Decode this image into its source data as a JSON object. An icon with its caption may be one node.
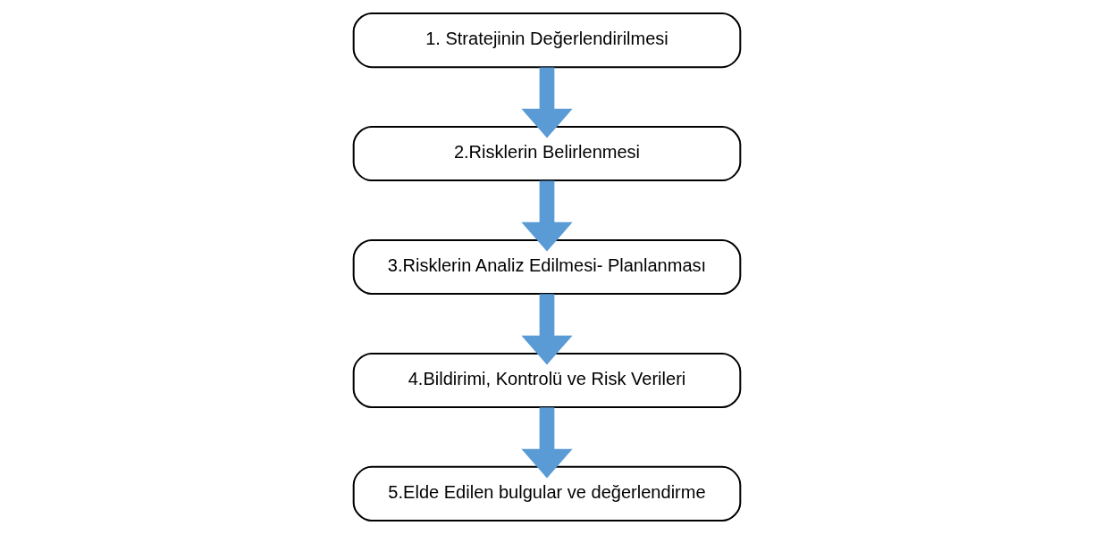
{
  "diagram": {
    "nodes": [
      {
        "text": [
          "1. Stratejinin Değerlendirilmesi"
        ]
      },
      {
        "text": [
          "2.Risklerin Belirlenmesi"
        ]
      },
      {
        "text": [
          "3.Risklerin Analiz Edilmesi- Planlanması"
        ]
      },
      {
        "text": [
          "4.Bildirimi, Kontrolü ve Risk Verileri"
        ]
      },
      {
        "text": [
          "5.Elde Edilen bulgular ve değerlendirme"
        ]
      }
    ],
    "edges": [
      {
        "from": 0,
        "to": 1,
        "arrow": "to"
      },
      {
        "from": 1,
        "to": 2,
        "arrow": "to"
      },
      {
        "from": 2,
        "to": 3,
        "arrow": "to"
      },
      {
        "from": 3,
        "to": 4,
        "arrow": "to"
      }
    ]
  }
}
